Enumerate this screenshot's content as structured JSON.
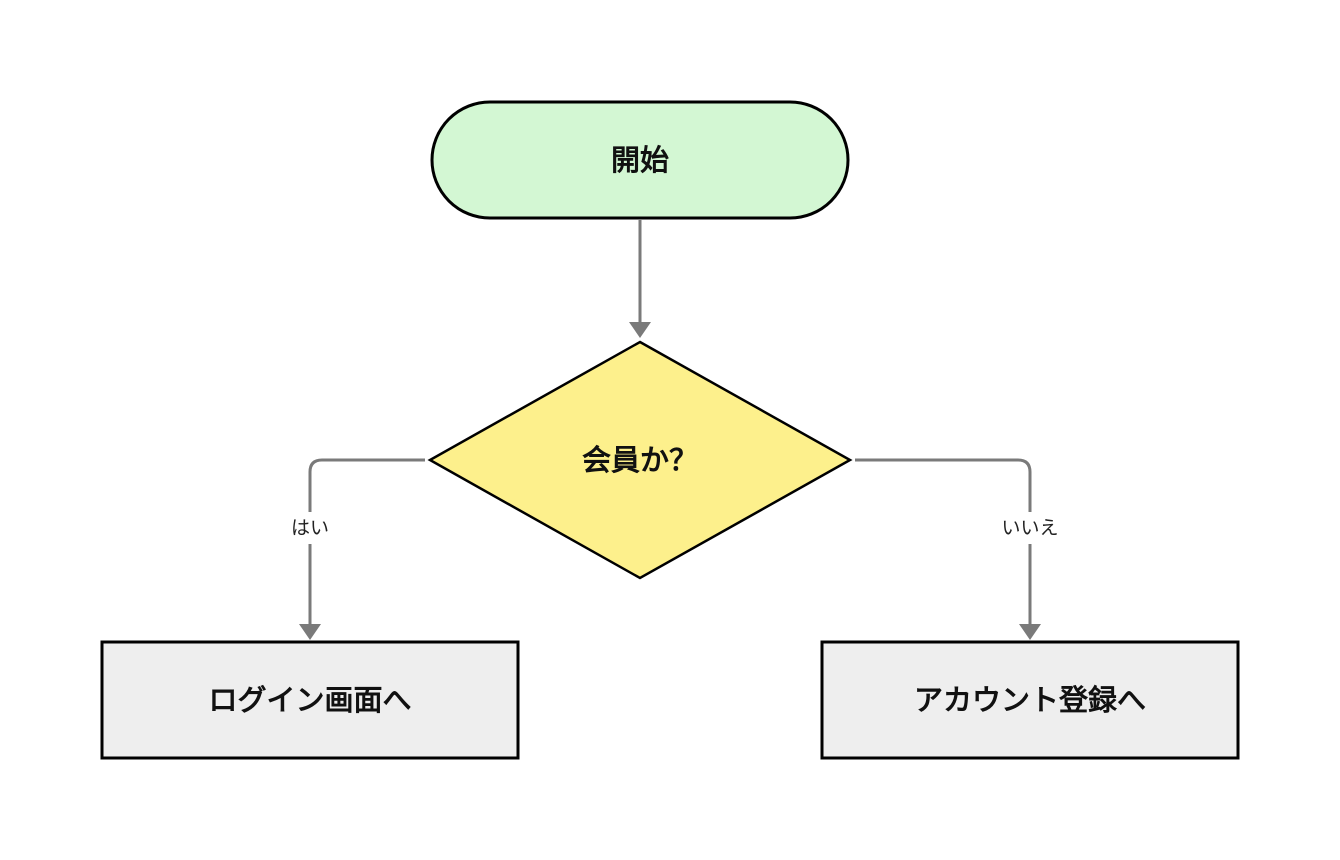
{
  "diagram": {
    "nodes": {
      "start": {
        "label": "開始",
        "fill": "#d3f7d3"
      },
      "decision": {
        "label": "会員か？",
        "fill": "#fdf08c"
      },
      "login": {
        "label": "ログイン画面へ",
        "fill": "#eeeeee"
      },
      "register": {
        "label": "アカウント登録へ",
        "fill": "#eeeeee"
      }
    },
    "edges": {
      "yes": {
        "label": "はい"
      },
      "no": {
        "label": "いいえ"
      }
    },
    "colors": {
      "stroke": "#000000",
      "connector": "#7a7a7a",
      "background": "#ffffff"
    }
  }
}
